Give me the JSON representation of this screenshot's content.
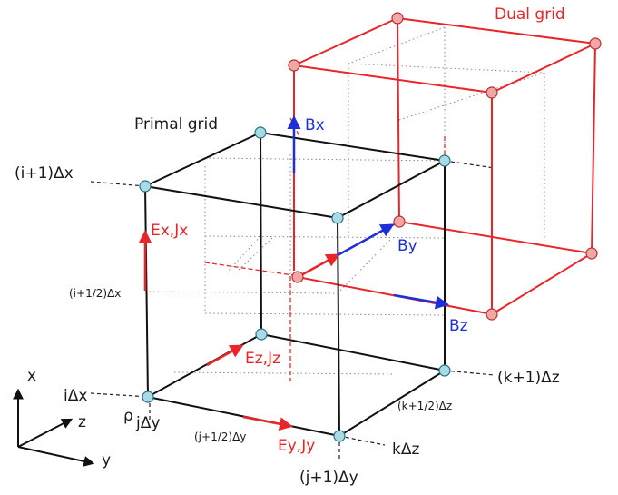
{
  "labels": {
    "dual_grid": "Dual grid",
    "primal_grid": "Primal grid",
    "bx": "Bx",
    "by": "By",
    "bz": "Bz",
    "ex_jx": "Ex,Jx",
    "ey_jy": "Ey,Jy",
    "ez_jz": "Ez,Jz",
    "i1_dx": "(i+1)Δx",
    "ihalf_dx": "(i+1/2)Δx",
    "i_dx": "iΔx",
    "rho": "ρ",
    "j_dy": "jΔy",
    "jhalf_dy": "(j+1/2)Δy",
    "j1_dy": "(j+1)Δy",
    "k_dz": "kΔz",
    "khalf_dz": "(k+1/2)Δz",
    "k1_dz": "(k+1)Δz",
    "axis_x": "x",
    "axis_y": "y",
    "axis_z": "z"
  },
  "colors": {
    "primal": "#111111",
    "dual": "#e8262a",
    "magnetic": "#1d2fd6",
    "primal_node": "#a9dbe6",
    "dual_node": "#f2a7a7",
    "guide": "#8a8a8a"
  }
}
